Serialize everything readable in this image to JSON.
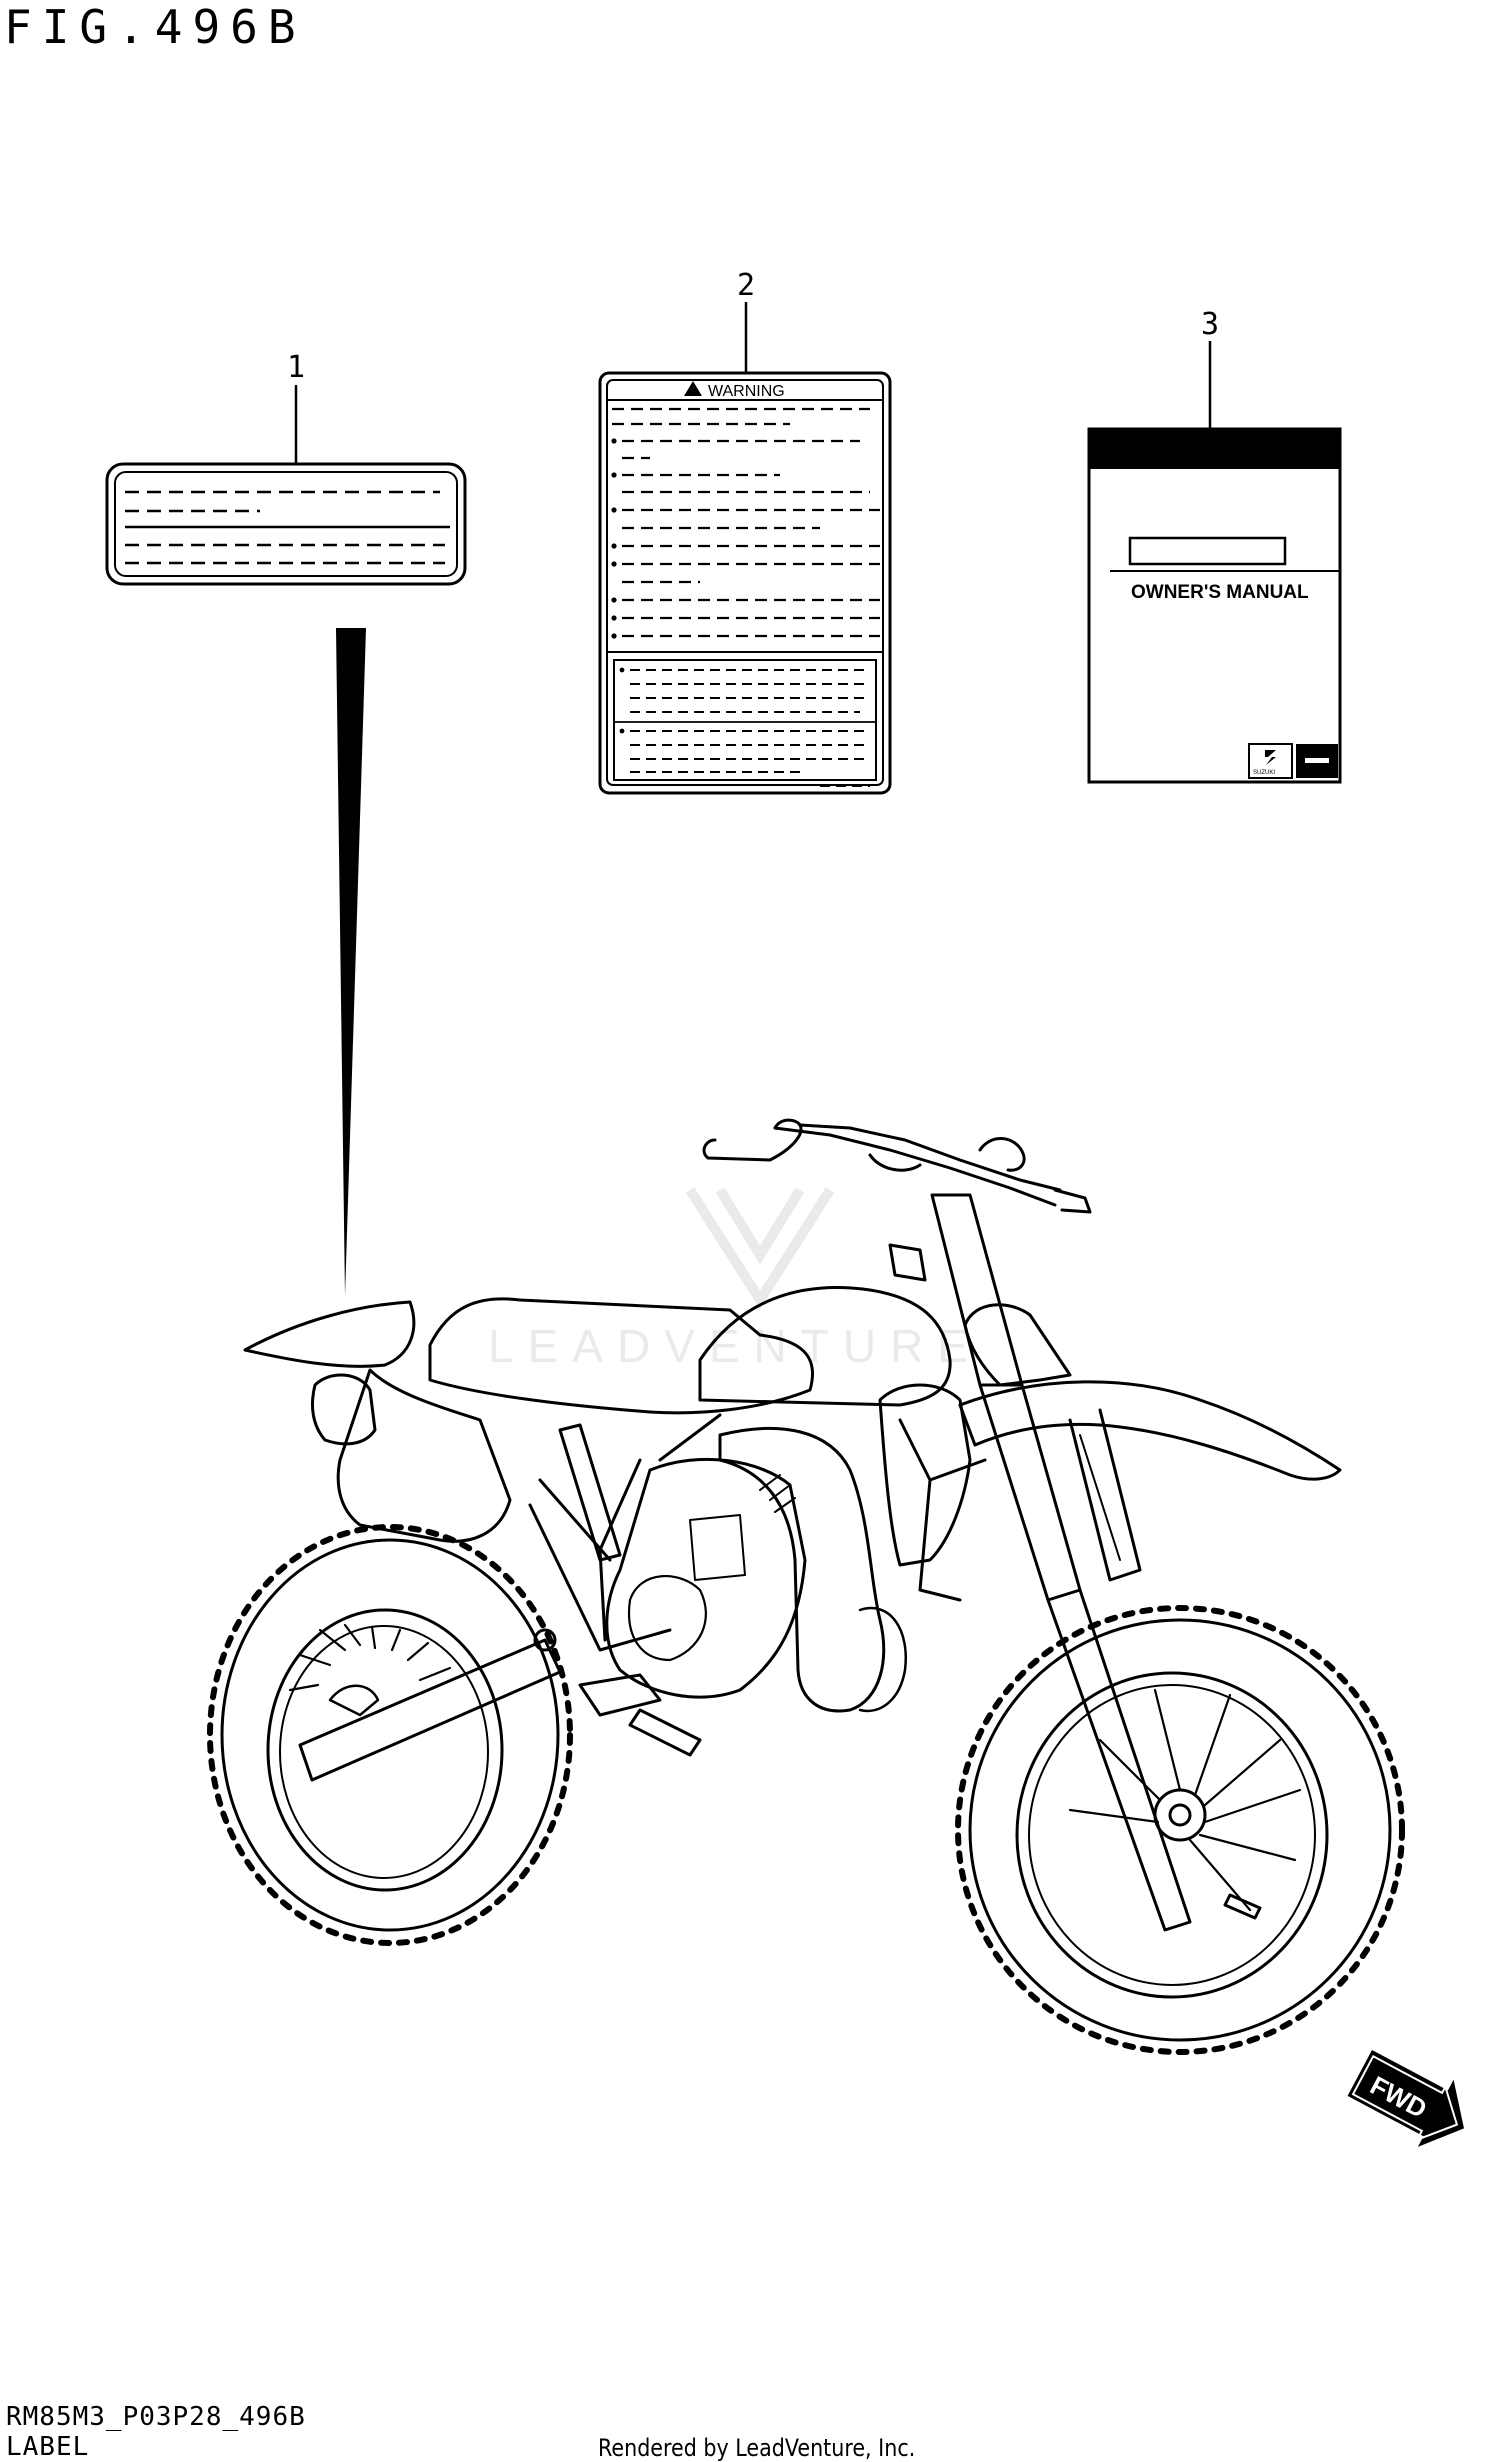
{
  "figure": {
    "title": "FIG.496B",
    "model_code": "RM85M3_P03P28_496B",
    "section": "LABEL",
    "credit": "Rendered by LeadVenture, Inc.",
    "watermark": "LEADVENTURE"
  },
  "callouts": [
    "1",
    "2",
    "3"
  ],
  "warning_label": {
    "heading": "WARNING"
  },
  "manual": {
    "title": "OWNER'S MANUAL",
    "brand_mark": "SUZUKI"
  },
  "direction_badge": "FWD",
  "colors": {
    "line": "#000000",
    "background": "#ffffff",
    "watermark": "#d9d9d9"
  }
}
